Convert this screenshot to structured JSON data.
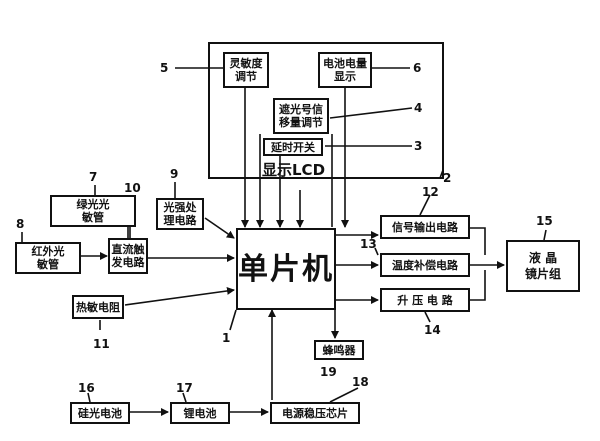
{
  "mcu": "单片机",
  "lcd_label": "显示LCD",
  "boxes": {
    "sensitivity": "灵敏度\n调节",
    "battery_display": "电池电量\n显示",
    "light_shift": "遮光号信\n移量调节",
    "delay_switch": "延时开关",
    "green_tube": "绿光光\n敏管",
    "ir_tube": "红外光\n敏管",
    "dc_trigger": "直流触\n发电路",
    "light_proc": "光强处\n理电路",
    "thermistor": "热敏电阻",
    "signal_out": "信号输出电路",
    "temp_comp": "温度补偿电路",
    "boost": "升 压 电 路",
    "lcd_group": "液  晶\n镜片组",
    "buzzer": "蜂鸣器",
    "solar": "硅光电池",
    "li_battery": "锂电池",
    "regulator": "电源稳压芯片"
  },
  "numbers": {
    "n1": "1",
    "n2": "2",
    "n3": "3",
    "n4": "4",
    "n5": "5",
    "n6": "6",
    "n7": "7",
    "n8": "8",
    "n9": "9",
    "n10": "10",
    "n11": "11",
    "n12": "12",
    "n13": "13",
    "n14": "14",
    "n15": "15",
    "n16": "16",
    "n17": "17",
    "n18": "18",
    "n19": "19"
  }
}
